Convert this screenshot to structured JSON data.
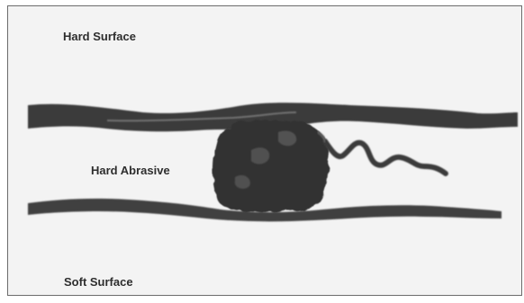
{
  "labels": {
    "top": "Hard Surface",
    "middle": "Hard Abrasive",
    "bottom": "Soft Surface"
  },
  "colors": {
    "ink": "#2e2e2e",
    "paper": "#f3f3f3",
    "border": "#6c6c6c"
  }
}
